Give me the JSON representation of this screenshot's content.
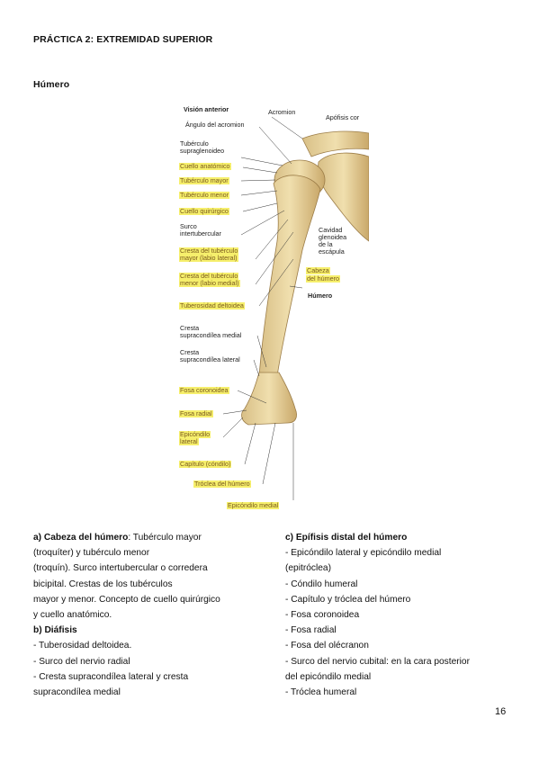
{
  "page_title": "PRÁCTICA 2: EXTREMIDAD SUPERIOR",
  "section_title": "Húmero",
  "figure": {
    "labels": {
      "vision_anterior": "Visión anterior",
      "angulo_acromion": "Ángulo del acromion",
      "acromion": "Acromion",
      "apofisis": "Apófisis cor",
      "tuberculo_supra_1": "Tubérculo",
      "tuberculo_supra_2": "supraglenoideo",
      "cuello_anatomico": "Cuello anatómico",
      "tuberculo_mayor": "Tubérculo mayor",
      "tuberculo_menor": "Tubérculo menor",
      "cuello_quirurgico": "Cuello quirúrgico",
      "surco_1": "Surco",
      "surco_2": "intertubercular",
      "cresta_mayor_1": "Cresta del tubérculo",
      "cresta_mayor_2": "mayor (labio lateral)",
      "cresta_menor_1": "Cresta del tubérculo",
      "cresta_menor_2": "menor (labio medial)",
      "tuberosidad": "Tuberosidad deltoidea",
      "cavidad_1": "Cavidad",
      "cavidad_2": "glenoidea",
      "cavidad_3": "de la",
      "cavidad_4": "escápula",
      "cabeza_1": "Cabeza",
      "cabeza_2": "del húmero",
      "humero": "Húmero",
      "cresta_medial_1": "Cresta",
      "cresta_medial_2": "supracondílea medial",
      "cresta_lateral_1": "Cresta",
      "cresta_lateral_2": "supracondílea lateral",
      "fosa_coronoidea": "Fosa coronoidea",
      "fosa_radial": "Fosa radial",
      "epicondilo_lat_1": "Epicóndilo",
      "epicondilo_lat_2": "lateral",
      "capitulo": "Capítulo (cóndilo)",
      "troclea": "Tróclea del húmero",
      "epicondilo_medial": "Epicóndilo medial"
    }
  },
  "left_column": {
    "a_title": "a) Cabeza del húmero",
    "a_text_1": ": Tubérculo mayor",
    "a_line_2": "(troquíter) y tubérculo menor",
    "a_line_3": "(troquín). Surco intertubercular o corredera",
    "a_line_4": "bicipital. Crestas de los tubérculos",
    "a_line_5": "mayor y menor. Concepto de cuello quirúrgico",
    "a_line_6": "y cuello anatómico.",
    "b_title": "b) Diáfisis",
    "b_items": [
      "- Tuberosidad deltoidea.",
      "- Surco del nervio radial",
      "- Cresta supracondílea lateral y cresta",
      "supracondílea medial"
    ]
  },
  "right_column": {
    "c_title": "c) Epífisis distal del húmero",
    "c_items": [
      "- Epicóndilo lateral y epicóndilo medial",
      "(epitróclea)",
      "- Cóndilo humeral",
      "- Capítulo y tróclea del húmero",
      "- Fosa coronoidea",
      "- Fosa radial",
      "- Fosa del olécranon",
      "- Surco del nervio cubital: en la cara posterior",
      "del epicóndilo medial",
      "- Tróclea humeral"
    ]
  },
  "page_number": "16"
}
